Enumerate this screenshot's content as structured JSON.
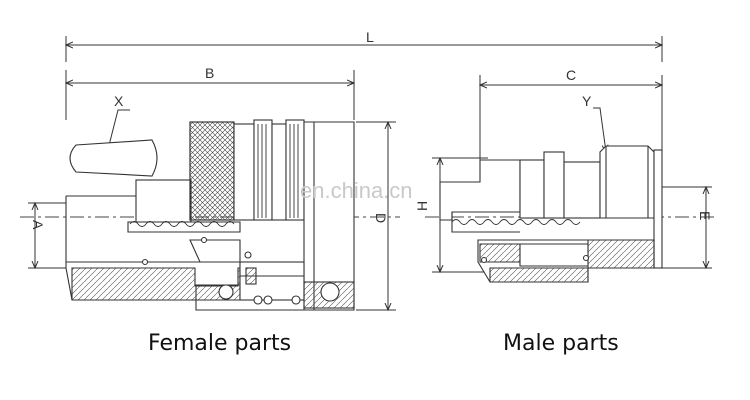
{
  "dimensions": {
    "L": "L",
    "B": "B",
    "C": "C",
    "D": "D",
    "H": "H",
    "A": "A",
    "E": "E",
    "X": "X",
    "Y": "Y"
  },
  "captions": {
    "female": "Female parts",
    "male": "Male parts"
  },
  "watermark": "en.china.cn"
}
